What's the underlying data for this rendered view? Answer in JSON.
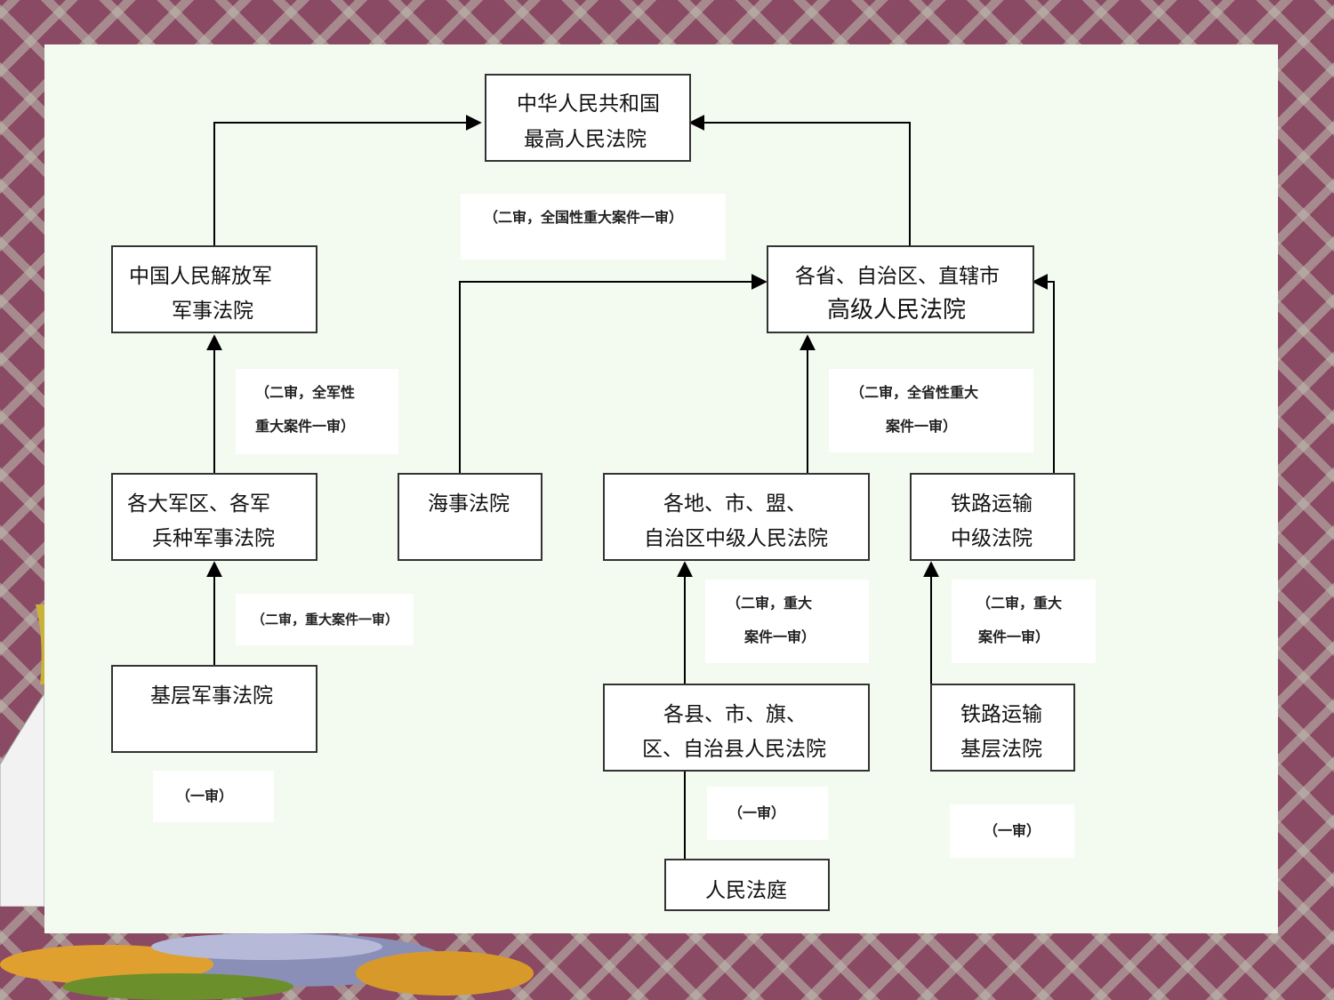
{
  "diagram": {
    "supreme_court": {
      "line1": "中华人民共和国",
      "line2": "最高人民法院"
    },
    "military_court": {
      "line1": "中国人民解放军",
      "line2": "军事法院"
    },
    "high_court": {
      "line1": "各省、自治区、直辖市",
      "line2": "高级人民法院"
    },
    "region_military_court": {
      "line1": "各大军区、各军",
      "line2": "兵种军事法院"
    },
    "maritime_court": {
      "line1": "海事法院"
    },
    "intermediate_court": {
      "line1": "各地、市、盟、",
      "line2": "自治区中级人民法院"
    },
    "railway_intermediate_court": {
      "line1": "铁路运输",
      "line2": "中级法院"
    },
    "basic_military_court": {
      "line1": "基层军事法院"
    },
    "county_court": {
      "line1": "各县、市、旗、",
      "line2": "区、自治县人民法院"
    },
    "railway_basic_court": {
      "line1": "铁路运输",
      "line2": "基层法院"
    },
    "people_tribunal": {
      "line1": "人民法庭"
    },
    "notes": {
      "supreme": "（二审，全国性重大案件一审）",
      "military_1": "（二审，全军性",
      "military_2": "重大案件一审）",
      "high_1": "（二审，全省性重大",
      "high_2": "案件一审）",
      "region_military": "（二审，重大案件一审）",
      "intermediate_1": "（二审，重大",
      "intermediate_2": "案件一审）",
      "railway_intermediate_1": "（二审，重大",
      "railway_intermediate_2": "案件一审）",
      "basic_military": "（一审）",
      "county": "（一审）",
      "railway_basic": "（一审）"
    }
  },
  "colors": {
    "background": "#8a4a64",
    "panel": "#f3faf0",
    "box_border": "#333333",
    "line": "#000000"
  }
}
